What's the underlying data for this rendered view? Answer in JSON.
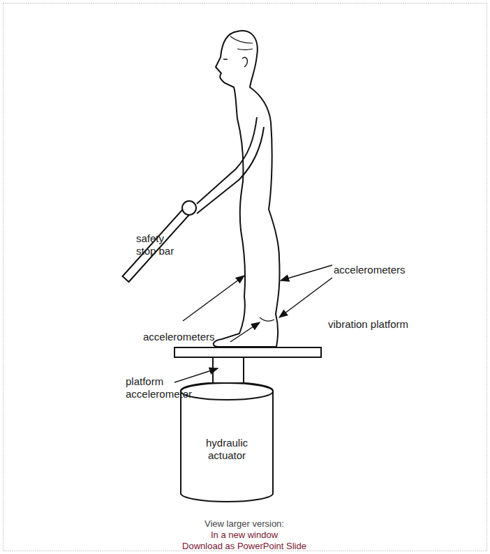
{
  "diagram": {
    "nodes": [
      {
        "text": [
          "hydraulic actuator"
        ]
      }
    ],
    "labels": [
      "safety stop bar",
      "accelerometers",
      "accelerometers",
      "vibration platform",
      "platform accelerometer",
      "View larger version:",
      "In a new window",
      "Download as PowerPoint Slide"
    ]
  }
}
